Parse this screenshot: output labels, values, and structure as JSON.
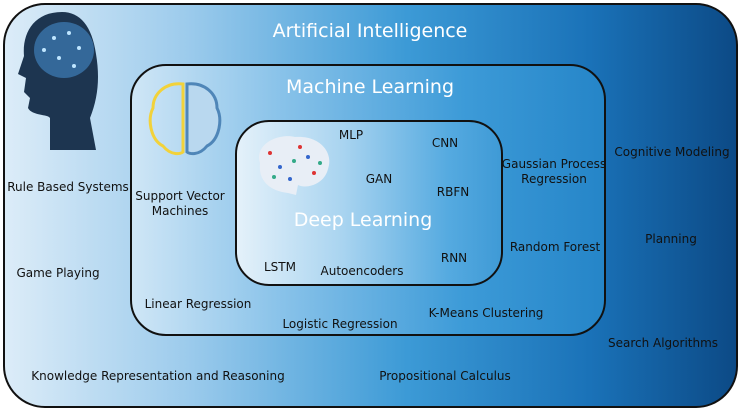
{
  "ai": {
    "title": "Artificial Intelligence",
    "items": [
      "Rule Based Systems",
      "Game Playing",
      "Knowledge Representation and Reasoning",
      "Propositional Calculus",
      "Cognitive Modeling",
      "Planning",
      "Search Algorithms"
    ]
  },
  "ml": {
    "title": "Machine Learning",
    "items": [
      "Support Vector Machines",
      "Linear Regression",
      "Logistic Regression",
      "K-Means Clustering",
      "Gaussian Process Regression",
      "Random Forest"
    ]
  },
  "dl": {
    "title": "Deep Learning",
    "items": [
      "MLP",
      "CNN",
      "GAN",
      "RBFN",
      "LSTM",
      "Autoencoders",
      "RNN"
    ]
  },
  "colors": {
    "light": "#dcecf8",
    "dark": "#0c4a86",
    "border": "#111111"
  }
}
